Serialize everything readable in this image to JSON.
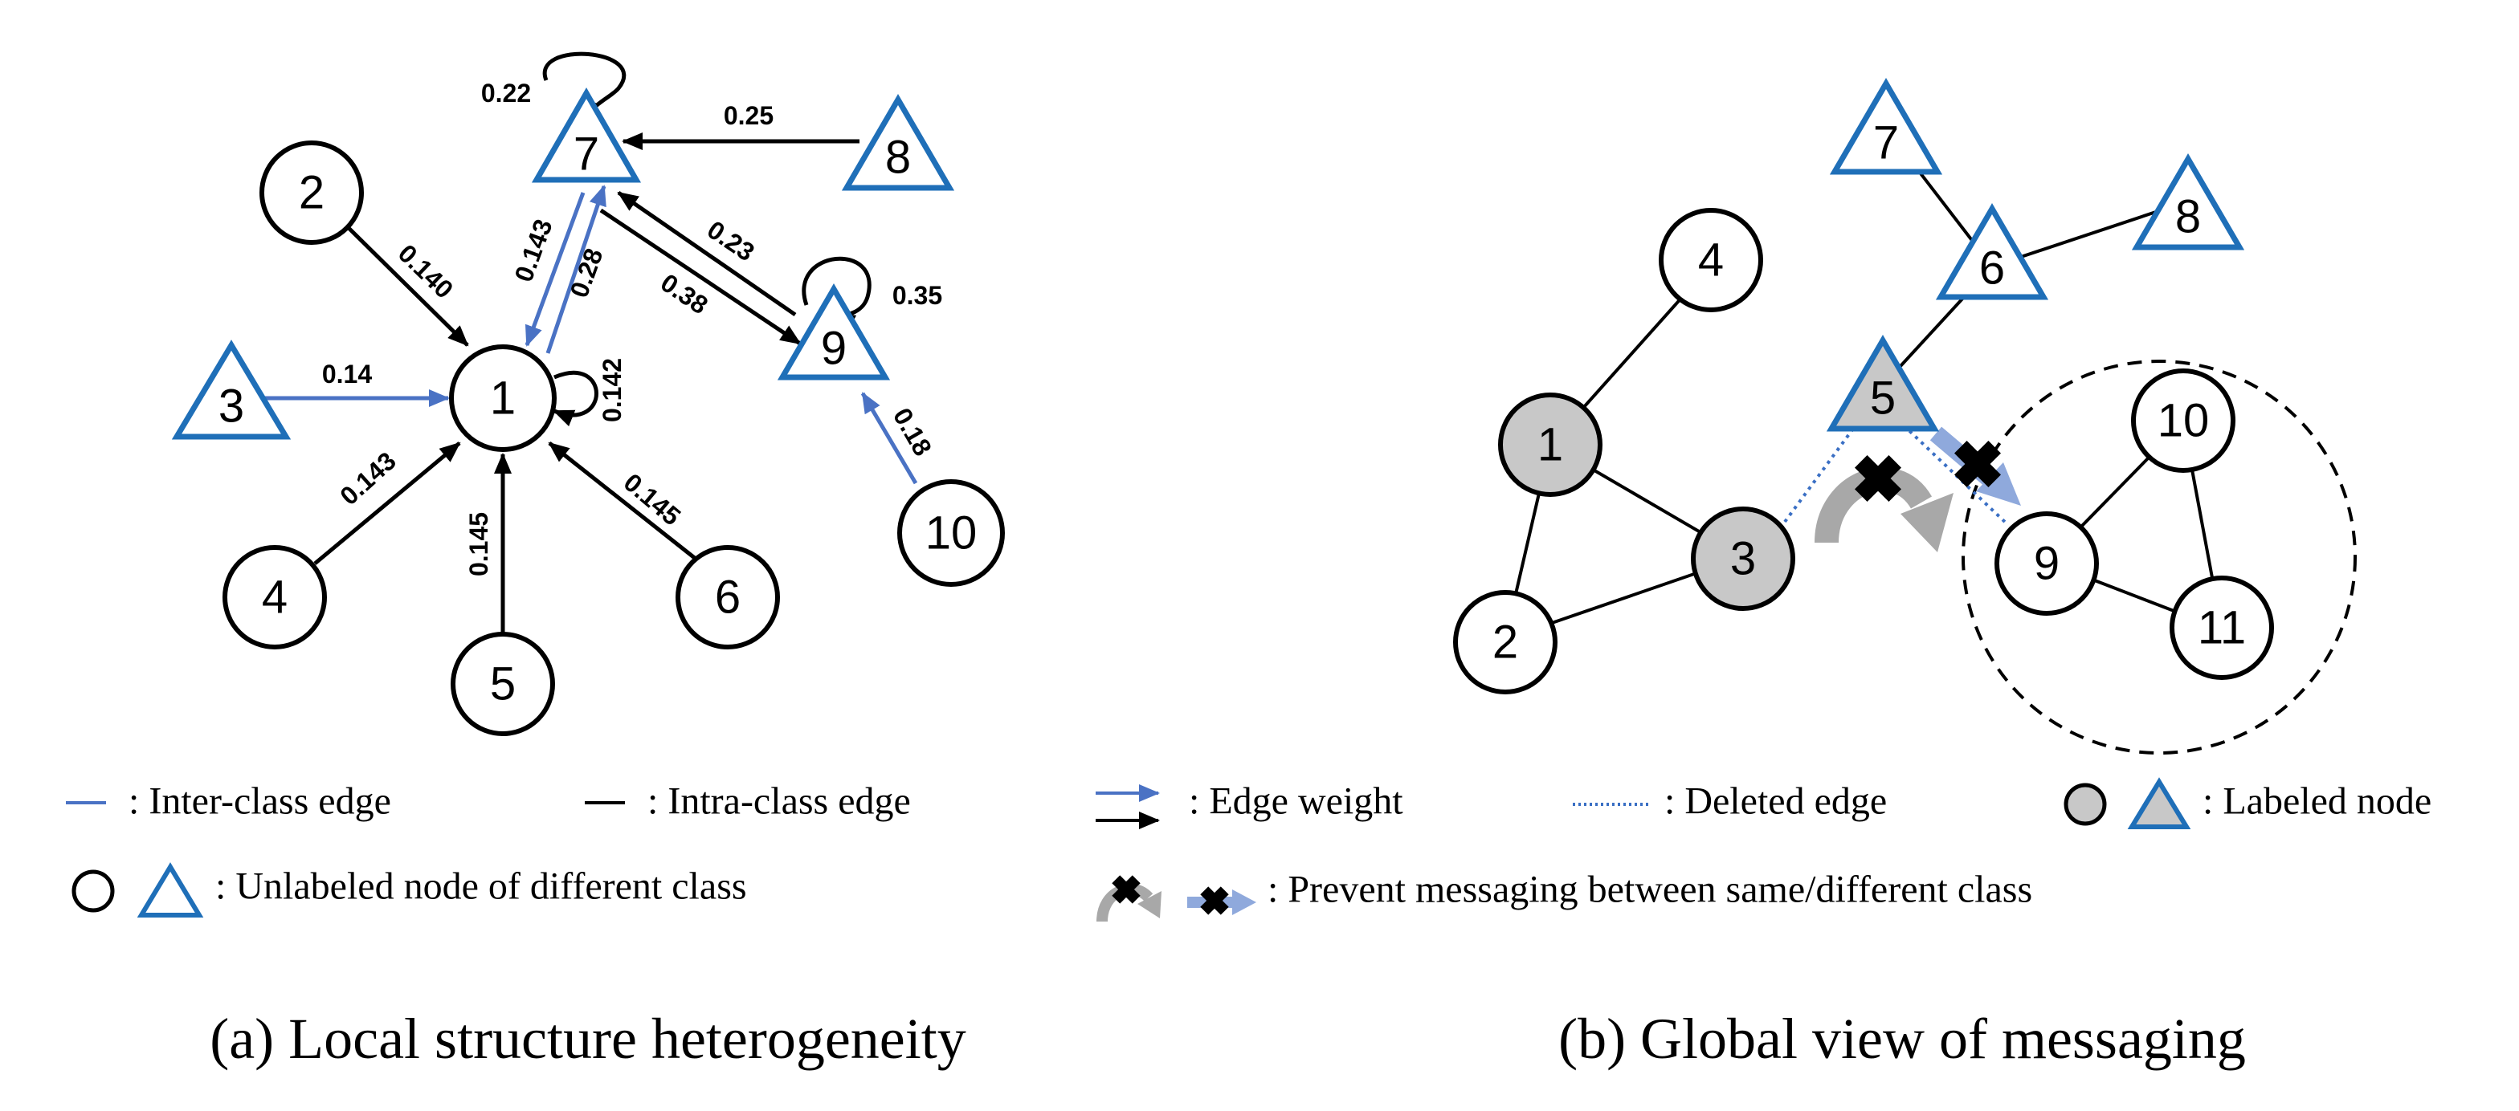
{
  "colors": {
    "blue": "#1f6fb8",
    "light_blue_edge": "#4a72c4",
    "pale_blue_arrow": "#8fa9dc",
    "gray_fill": "#c8c8c8",
    "gray_arrow": "#a8a8a8",
    "black": "#000000"
  },
  "panel_a": {
    "caption": "(a) Local structure heterogeneity",
    "nodes": [
      {
        "id": "1",
        "shape": "circle",
        "labeled": false
      },
      {
        "id": "2",
        "shape": "circle",
        "labeled": false
      },
      {
        "id": "3",
        "shape": "triangle",
        "labeled": false
      },
      {
        "id": "4",
        "shape": "circle",
        "labeled": false
      },
      {
        "id": "5",
        "shape": "circle",
        "labeled": false
      },
      {
        "id": "6",
        "shape": "circle",
        "labeled": false
      },
      {
        "id": "7",
        "shape": "triangle",
        "labeled": false
      },
      {
        "id": "8",
        "shape": "triangle",
        "labeled": false
      },
      {
        "id": "9",
        "shape": "triangle",
        "labeled": false
      },
      {
        "id": "10",
        "shape": "circle",
        "labeled": false
      }
    ],
    "edges": [
      {
        "from": "2",
        "to": "1",
        "weight": "0.140",
        "kind": "intra"
      },
      {
        "from": "3",
        "to": "1",
        "weight": "0.14",
        "kind": "inter"
      },
      {
        "from": "4",
        "to": "1",
        "weight": "0.143",
        "kind": "intra"
      },
      {
        "from": "5",
        "to": "1",
        "weight": "0.145",
        "kind": "intra"
      },
      {
        "from": "6",
        "to": "1",
        "weight": "0.145",
        "kind": "intra"
      },
      {
        "from": "7",
        "to": "1",
        "weight": "0.143",
        "kind": "inter"
      },
      {
        "from": "1",
        "to": "7",
        "weight": "0.28",
        "kind": "inter"
      },
      {
        "from": "1",
        "to": "1",
        "weight": "0.142",
        "kind": "self"
      },
      {
        "from": "8",
        "to": "7",
        "weight": "0.25",
        "kind": "intra"
      },
      {
        "from": "7",
        "to": "7",
        "weight": "0.22",
        "kind": "self"
      },
      {
        "from": "9",
        "to": "7",
        "weight": "0.23",
        "kind": "intra"
      },
      {
        "from": "7",
        "to": "9",
        "weight": "0.38",
        "kind": "intra"
      },
      {
        "from": "9",
        "to": "9",
        "weight": "0.35",
        "kind": "self"
      },
      {
        "from": "10",
        "to": "9",
        "weight": "0.18",
        "kind": "inter"
      }
    ]
  },
  "panel_b": {
    "caption": "(b) Global view of messaging",
    "nodes": [
      {
        "id": "1",
        "shape": "circle",
        "labeled": true
      },
      {
        "id": "2",
        "shape": "circle",
        "labeled": false
      },
      {
        "id": "3",
        "shape": "circle",
        "labeled": true
      },
      {
        "id": "4",
        "shape": "circle",
        "labeled": false
      },
      {
        "id": "5",
        "shape": "triangle",
        "labeled": true
      },
      {
        "id": "6",
        "shape": "triangle",
        "labeled": false
      },
      {
        "id": "7",
        "shape": "triangle",
        "labeled": false
      },
      {
        "id": "8",
        "shape": "triangle",
        "labeled": false
      },
      {
        "id": "9",
        "shape": "circle",
        "labeled": false
      },
      {
        "id": "10",
        "shape": "circle",
        "labeled": false
      },
      {
        "id": "11",
        "shape": "circle",
        "labeled": false
      }
    ],
    "edges": [
      {
        "from": "1",
        "to": "4"
      },
      {
        "from": "1",
        "to": "2"
      },
      {
        "from": "1",
        "to": "3"
      },
      {
        "from": "2",
        "to": "3"
      },
      {
        "from": "5",
        "to": "6"
      },
      {
        "from": "6",
        "to": "7"
      },
      {
        "from": "6",
        "to": "8"
      },
      {
        "from": "9",
        "to": "10"
      },
      {
        "from": "9",
        "to": "11"
      },
      {
        "from": "10",
        "to": "11"
      }
    ],
    "deleted_edges": [
      {
        "from": "3",
        "to": "5"
      },
      {
        "from": "5",
        "to": "9"
      }
    ]
  },
  "legend": {
    "inter_class": ": Inter-class edge",
    "intra_class": ": Intra-class edge",
    "edge_weight": ": Edge weight",
    "deleted_edge": ": Deleted edge",
    "labeled_node": ": Labeled node",
    "unlabeled_node": ": Unlabeled node of different class",
    "prevent": ": Prevent messaging between same/different class"
  },
  "icons": [
    "arrow-icon",
    "cross-mark-icon",
    "circle-node-icon",
    "triangle-node-icon"
  ]
}
